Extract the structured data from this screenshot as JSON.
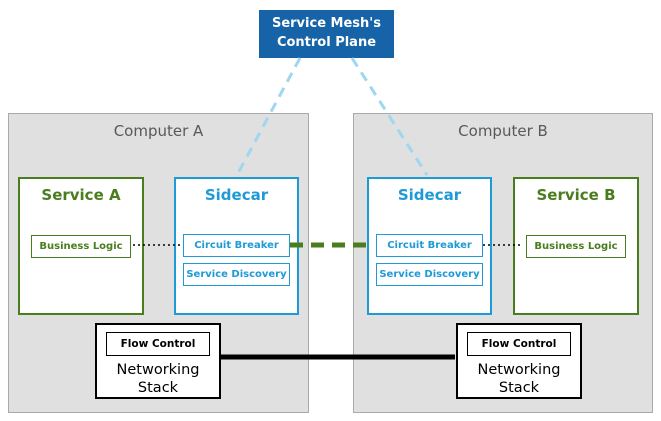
{
  "control_plane": {
    "label": "Service Mesh's\nControl Plane"
  },
  "computers": [
    {
      "label": "Computer A",
      "service": {
        "title": "Service A",
        "component": "Business Logic"
      },
      "sidecar": {
        "title": "Sidecar",
        "components": [
          "Circuit Breaker",
          "Service Discovery"
        ]
      },
      "networking": {
        "label": "Networking\nStack",
        "component": "Flow Control"
      }
    },
    {
      "label": "Computer B",
      "service": {
        "title": "Service B",
        "component": "Business Logic"
      },
      "sidecar": {
        "title": "Sidecar",
        "components": [
          "Circuit Breaker",
          "Service Discovery"
        ]
      },
      "networking": {
        "label": "Networking\nStack",
        "component": "Flow Control"
      }
    }
  ],
  "colors": {
    "control_plane_bg": "#1763a8",
    "control_plane_text": "#ffffff",
    "panel_bg": "#e0e0e0",
    "panel_border": "#aaaaaa",
    "panel_label_text": "#595959",
    "service_green": "#4a7d1e",
    "sidecar_blue": "#1e9ad6",
    "control_link_blue": "#9fd6f0",
    "mesh_link_green": "#4a7d1e",
    "local_link_black": "#000000",
    "network_link_black": "#000000",
    "box_bg": "#ffffff"
  }
}
